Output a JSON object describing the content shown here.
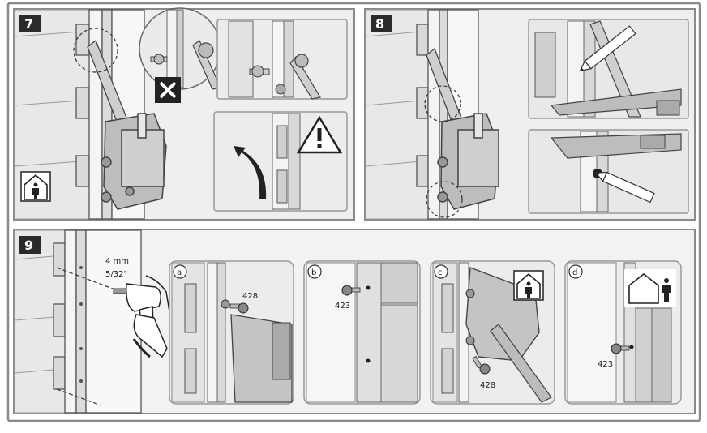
{
  "steps": {
    "s7": {
      "number": "7"
    },
    "s8": {
      "number": "8"
    },
    "s9": {
      "number": "9"
    }
  },
  "drill": {
    "size_mm": "4 mm",
    "size_in": "5/32\""
  },
  "sub_panels": [
    {
      "letter": "a",
      "part": "428"
    },
    {
      "letter": "b",
      "part": "423"
    },
    {
      "letter": "c",
      "part": "428"
    },
    {
      "letter": "d",
      "part": "423"
    }
  ],
  "colors": {
    "frame": "#8a8a8a",
    "panel_bg": "#eeeeee",
    "part_fill": "#bdbdbd",
    "dark": "#2a2a2a"
  },
  "icons": [
    "person-inside-house-icon",
    "warning-triangle-icon",
    "wrong-x-icon",
    "drill-icon",
    "person-outside-house-icon"
  ]
}
